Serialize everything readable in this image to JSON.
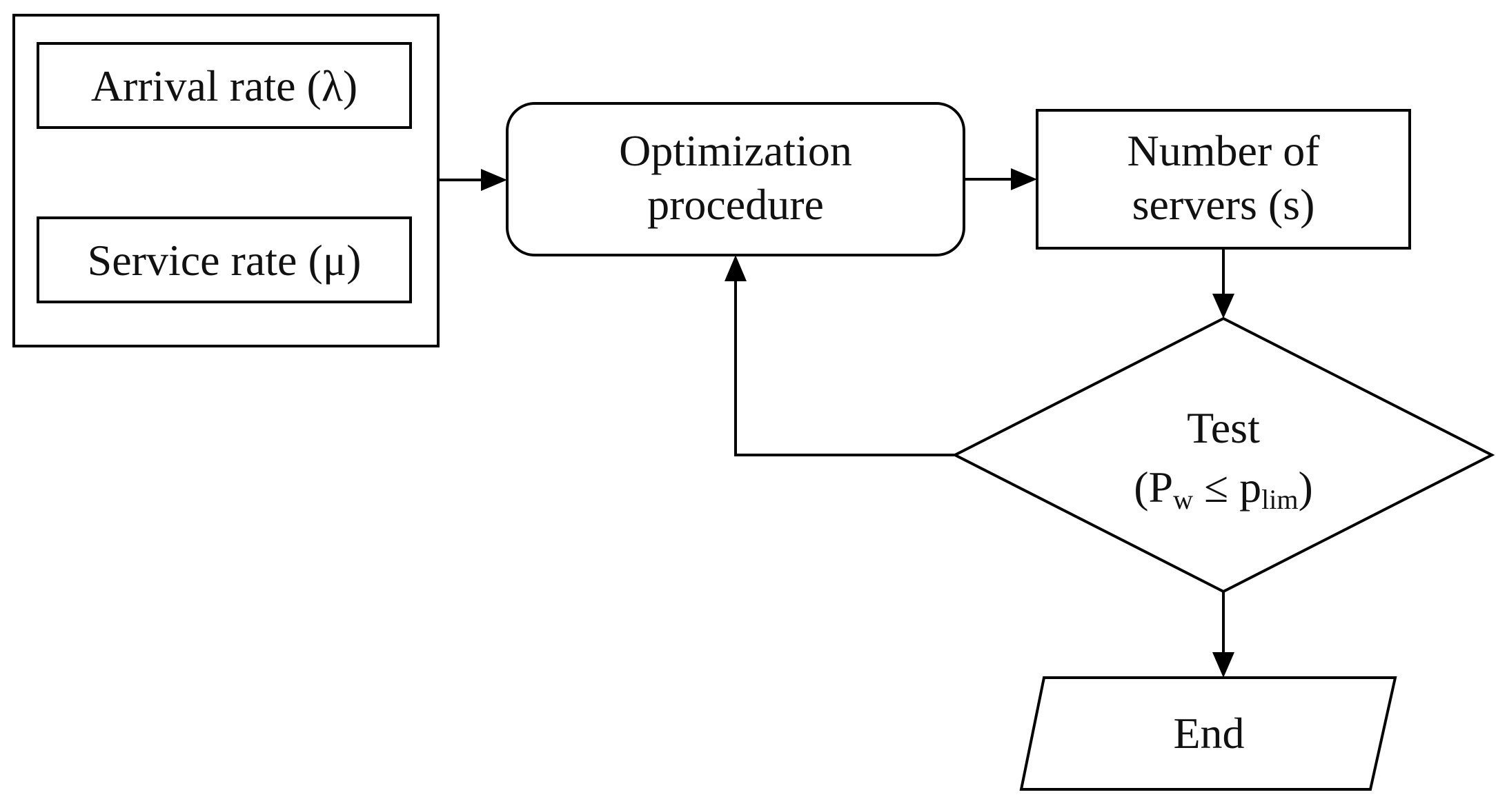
{
  "nodes": {
    "arrival_rate": {
      "label": "Arrival rate (λ)"
    },
    "service_rate": {
      "label": "Service rate (μ)"
    },
    "optimization": {
      "line1": "Optimization",
      "line2": "procedure"
    },
    "servers": {
      "line1": "Number of",
      "line2": "servers (s)"
    },
    "test": {
      "line1": "Test",
      "open": "(P",
      "sub1": "w",
      "relation": " ≤ p",
      "sub2": "lim",
      "close": ")"
    },
    "end": {
      "label": "End"
    }
  },
  "colors": {
    "stroke": "#000000",
    "text": "#111111",
    "background": "#ffffff"
  }
}
